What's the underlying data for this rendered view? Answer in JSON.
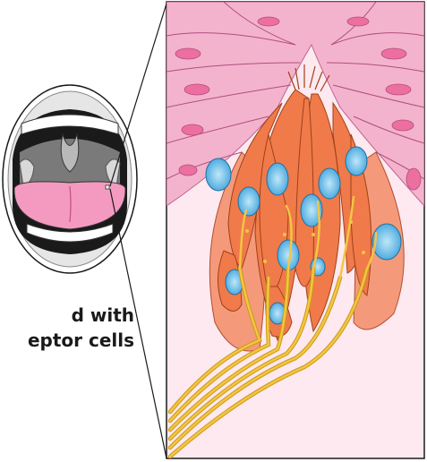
{
  "caption": {
    "line1": "d with",
    "line2": "eptor cells"
  },
  "colors": {
    "epithelium": "#f4b3cc",
    "epithelium_dark": "#ec6fa0",
    "background": "#fde9ef",
    "receptor": "#f07a4a",
    "nucleus": "#3aa1dc",
    "nerve": "#f4c542",
    "tongue": "#f49ac1",
    "throat": "#6e6e6e"
  },
  "icons": [
    "mouth-icon",
    "taste-bud-illustration"
  ]
}
